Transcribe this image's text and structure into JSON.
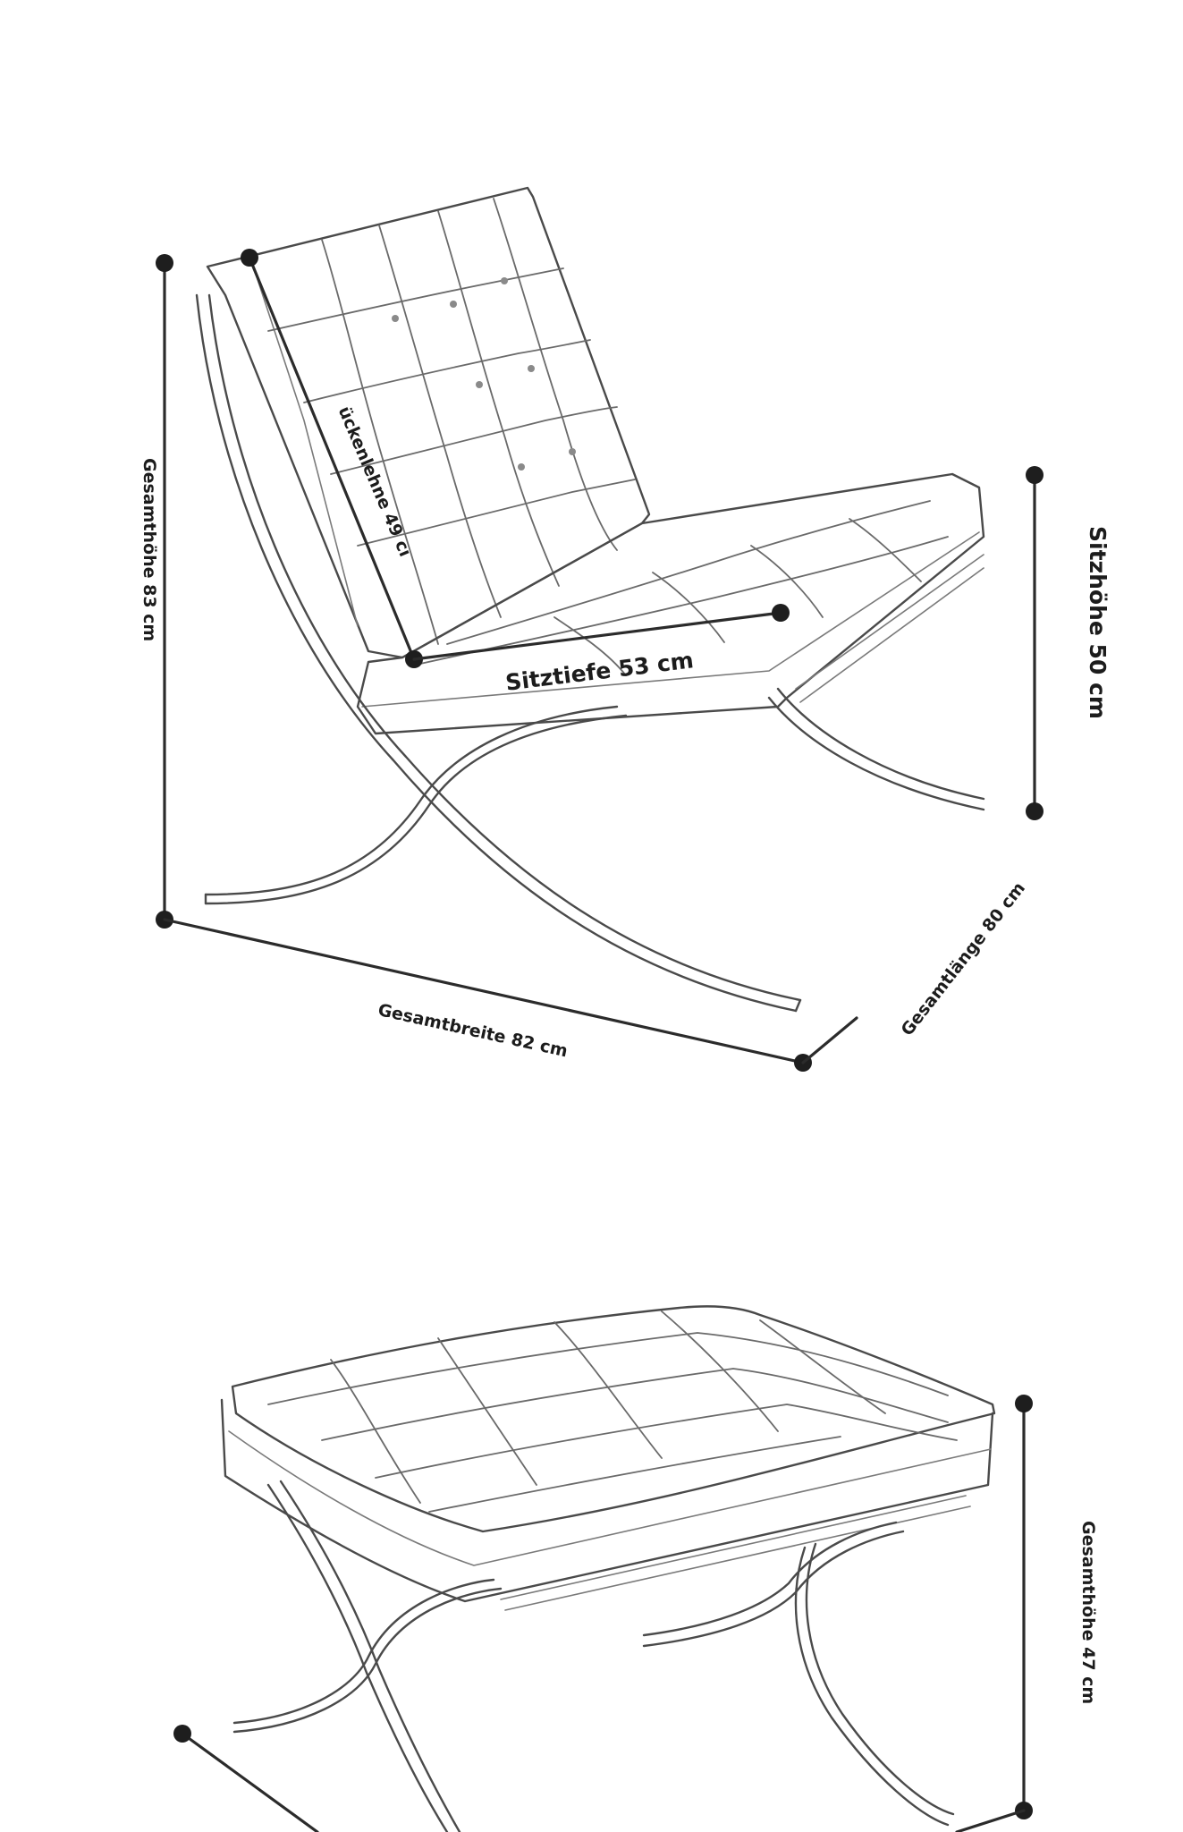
{
  "chair": {
    "dimensions": {
      "total_height": "Gesamthöhe 83 cm",
      "backrest": "ückenlehne 49 cı",
      "seat_depth": "Sitztiefe 53 cm",
      "seat_height": "Sitzhöhe 50 cm",
      "total_width": "Gesamtbreite 82 cm",
      "total_length": "Gesamtlänge 80 cm"
    }
  },
  "ottoman": {
    "dimensions": {
      "total_height": "Gesamthöhe 47 cm"
    }
  },
  "colors": {
    "background": "#ffffff",
    "sketch_line": "#4a4a4a",
    "dimension_line": "#2b2b2b",
    "dimension_text": "#1c1c1c"
  }
}
